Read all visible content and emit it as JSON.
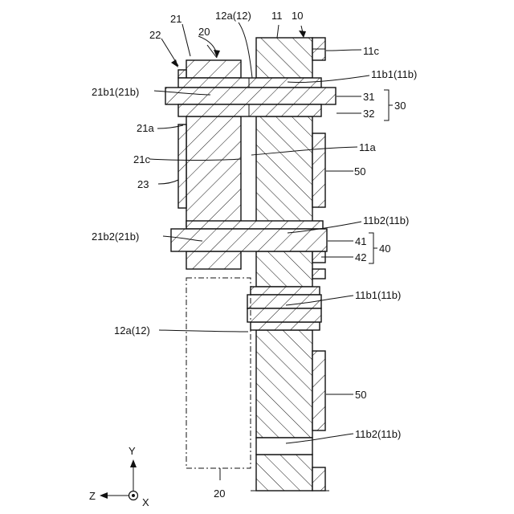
{
  "labels": {
    "l10": "10",
    "l11": "11",
    "l11c": "11c",
    "l12a_top": "12a(12)",
    "l21": "21",
    "l22": "22",
    "l20_top": "20",
    "l11b1_top": "11b1(11b)",
    "l21b1": "21b1(21b)",
    "l31": "31",
    "l32": "32",
    "l30": "30",
    "l21a": "21a",
    "l11a": "11a",
    "l21c": "21c",
    "l50_top": "50",
    "l23": "23",
    "l11b2_top": "11b2(11b)",
    "l21b2": "21b2(21b)",
    "l41": "41",
    "l42": "42",
    "l40": "40",
    "l11b1_mid": "11b1(11b)",
    "l12a_mid": "12a(12)",
    "l50_bottom": "50",
    "l11b2_bottom": "11b2(11b)",
    "l20_bottom": "20"
  },
  "axes": {
    "y": "Y",
    "z": "Z",
    "x": "X"
  }
}
